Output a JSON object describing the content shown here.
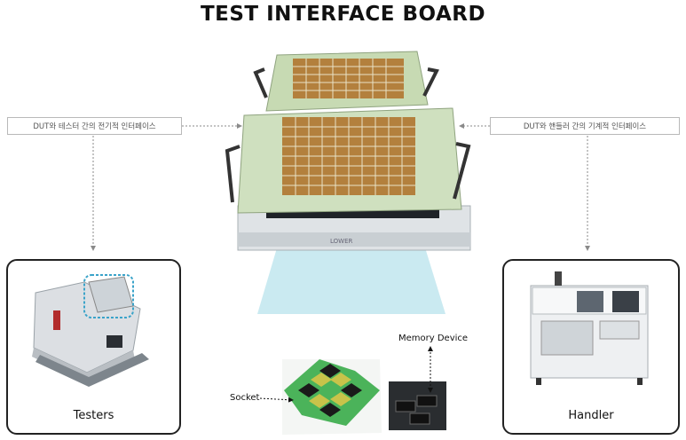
{
  "title": "TEST INTERFACE BOARD",
  "labels": {
    "left_box": "DUT와 테스터 간의 전기적 인터페이스",
    "right_box": "DUT와 핸들러 간의 기계적 인터페이스",
    "testers": "Testers",
    "handler": "Handler",
    "socket": "Socket",
    "memory_device": "Memory Device",
    "board_mark": "LOWER"
  },
  "colors": {
    "board_green": "#b9d4a4",
    "beam": "#9fd9e6",
    "dotted": "#8a8a8a",
    "highlight": "#3aa3c9"
  }
}
